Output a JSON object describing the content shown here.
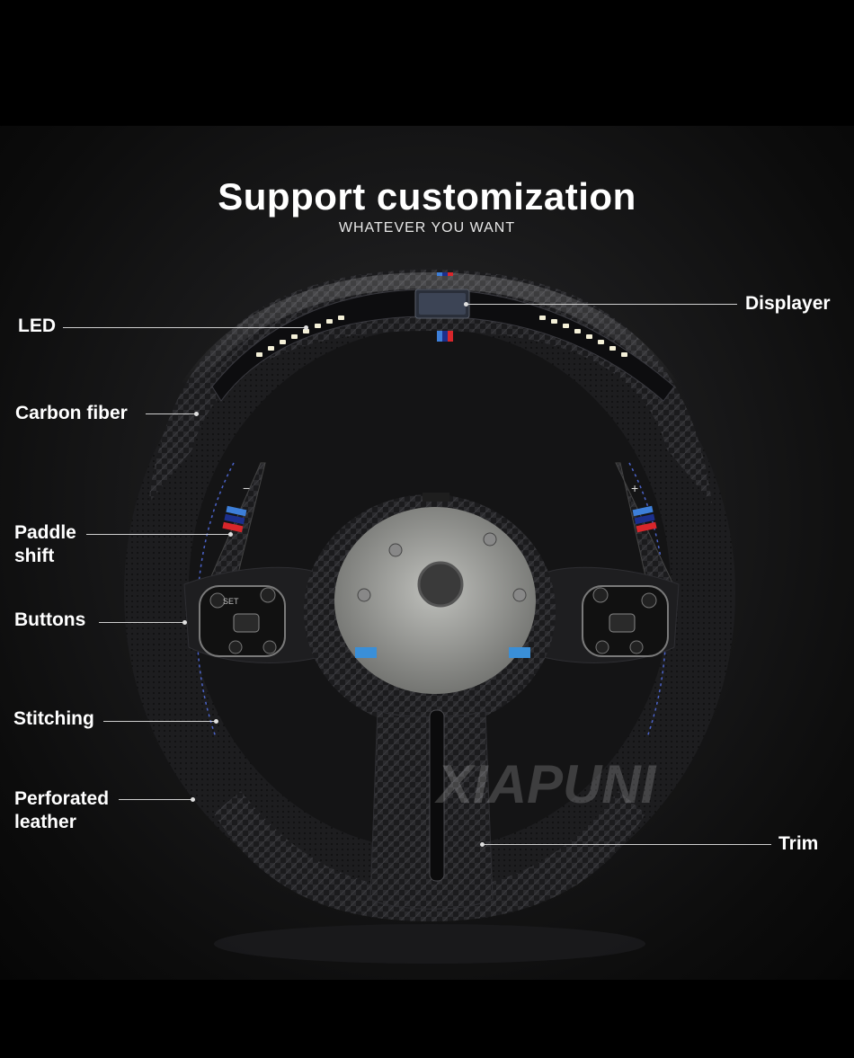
{
  "header": {
    "title": "Support customization",
    "subtitle": "WHATEVER YOU WANT"
  },
  "callouts": {
    "led": "LED",
    "displayer": "Displayer",
    "carbon_fiber": "Carbon fiber",
    "paddle_shift": "Paddle\nshift",
    "buttons": "Buttons",
    "stitching": "Stitching",
    "perforated_leather": "Perforated\nleather",
    "trim": "Trim"
  },
  "wheel": {
    "left_paddle_symbol": "−",
    "right_paddle_symbol": "+",
    "left_button_text": "SET",
    "watermark": "XIAPUNI"
  },
  "colors": {
    "background": "#000000",
    "stripe_light_blue": "#3d7fd9",
    "stripe_dark_blue": "#1c2f8c",
    "stripe_red": "#d8262b",
    "led": "#f4f0d8"
  }
}
